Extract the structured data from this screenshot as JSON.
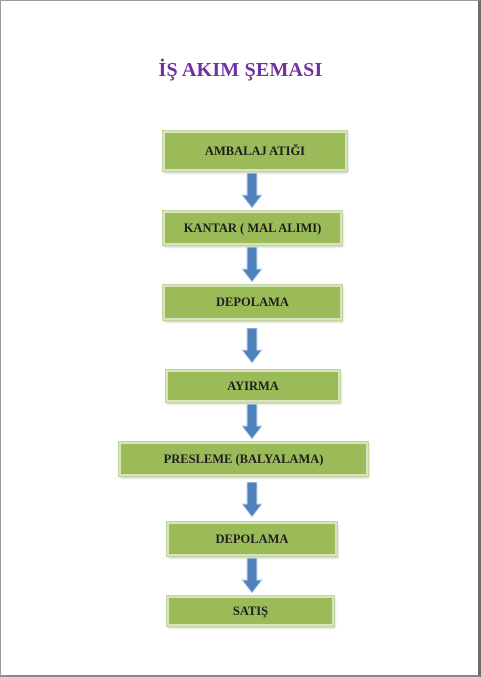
{
  "title": "İŞ AKIM ŞEMASI",
  "steps": [
    {
      "label": "AMBALAJ ATIĞI"
    },
    {
      "label": "KANTAR ( MAL ALIMI)"
    },
    {
      "label": "DEPOLAMA"
    },
    {
      "label": "AYIRMA"
    },
    {
      "label": "PRESLEME (BALYALAMA)"
    },
    {
      "label": "DEPOLAMA"
    },
    {
      "label": "SATIŞ"
    }
  ],
  "colors": {
    "title": "#7030a0",
    "box_fill": "#9bbb59",
    "box_border": "#d7e4bd",
    "arrow_fill": "#4f81bd"
  }
}
